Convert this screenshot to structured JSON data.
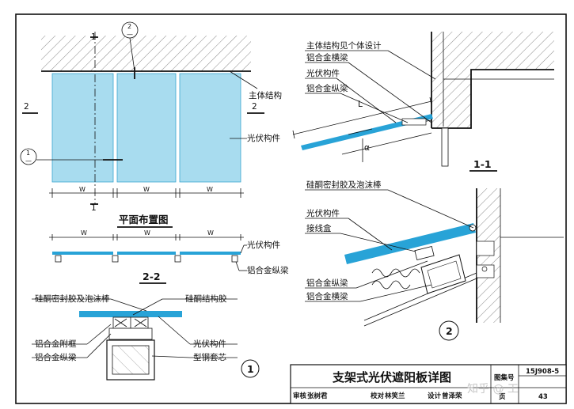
{
  "colors": {
    "panel": "#a8dcef",
    "panel_edge": "#3aa6cf",
    "pv_bar": "#28a3d7",
    "hatch": "#444444"
  },
  "plan": {
    "title": "平面布置图",
    "label_main_structure": "主体结构",
    "label_pv": "光伏构件",
    "section_mark_1": "1",
    "section_mark_2": "2",
    "detail_callout_top": "2",
    "detail_callout_left": "1",
    "callout_dash": "—",
    "dim_w": "W"
  },
  "section22": {
    "title": "2-2",
    "label_pv": "光伏构件",
    "label_longitudinal": "铝合金纵梁",
    "dim_w": "W"
  },
  "section11": {
    "title": "1-1",
    "label_structure_note": "主体结构见个体设计",
    "label_cross_beam": "铝合金横梁",
    "label_pv": "光伏构件",
    "label_longitudinal": "铝合金纵梁",
    "dim_l": "L",
    "angle": "α"
  },
  "detail1": {
    "number": "1",
    "label_sealant": "硅酮密封胶及泡沫棒",
    "label_structural_glue": "硅酮结构胶",
    "label_attach_frame": "铝合金附框",
    "label_longitudinal": "铝合金纵梁",
    "label_pv": "光伏构件",
    "label_steel_core": "型钢套芯"
  },
  "detail2": {
    "number": "2",
    "label_sealant": "硅酮密封胶及泡沫棒",
    "label_pv": "光伏构件",
    "label_junction_box": "接线盒",
    "label_longitudinal": "铝合金纵梁",
    "label_cross_beam": "铝合金横梁"
  },
  "title_block": {
    "title": "支架式光伏遮阳板详图",
    "atlas_label": "图集号",
    "atlas_no": "15J908-5",
    "page_label": "页",
    "page_no": "43",
    "review_label": "审核",
    "review_name": "张树君",
    "check_label": "校对",
    "check_name": "林笑兰",
    "design_label": "设计",
    "design_name": "曾泽荣",
    "watermark": "知乎 @ 工"
  }
}
